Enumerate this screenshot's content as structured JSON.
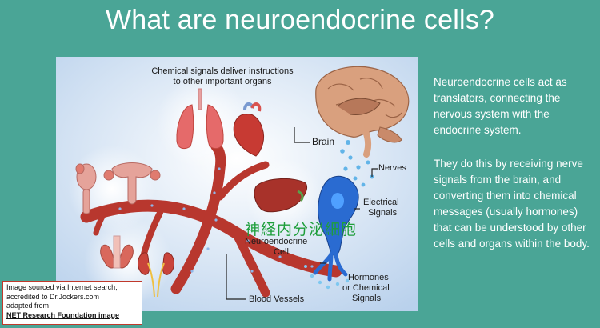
{
  "slide": {
    "title": "What are neuroendocrine cells?"
  },
  "figure": {
    "header_line1": "Chemical signals deliver instructions",
    "header_line2": "to other important organs",
    "labels": {
      "brain": "Brain",
      "nerves": "Nerves",
      "electrical_1": "Electrical",
      "electrical_2": "Signals",
      "neuroendocrine_1": "Neuroendocrine",
      "neuroendocrine_2": "Cell",
      "hormones_1": "Hormones",
      "hormones_2": "or Chemical",
      "hormones_3": "Signals",
      "blood_vessels": "Blood Vessels"
    },
    "overlay_cjk": "神経内分泌細胞",
    "colors": {
      "vessel": "#b8372e",
      "neuron": "#1f5fc4",
      "organ": "#d9534f",
      "brain": "#c98a6a"
    }
  },
  "body": {
    "paragraph_1": "Neuroendocrine cells act as translators, connecting the nervous system with the endocrine system.",
    "paragraph_2": "They do this by receiving nerve signals from the brain, and converting them into chemical messages (usually hormones) that can be understood by other cells and organs within the body."
  },
  "credit": {
    "line1": "Image sourced via Internet search,",
    "line2": "accredited to Dr.Jockers.com",
    "line3": "adapted from",
    "line4": "NET Research Foundation image"
  }
}
